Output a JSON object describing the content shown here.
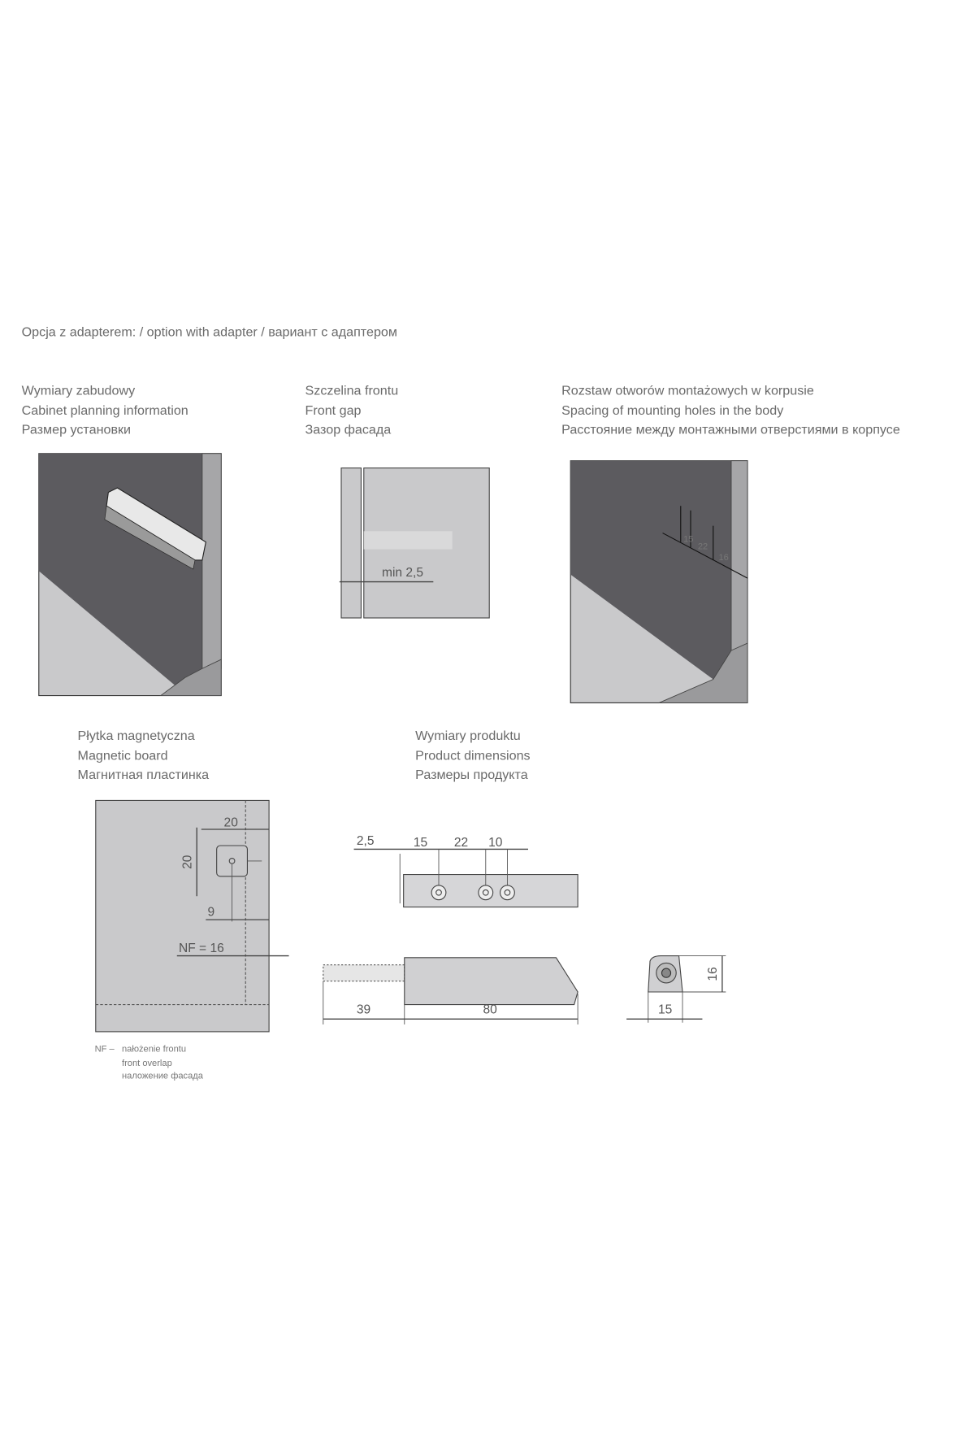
{
  "title": "Opcja z adapterem: / option with adapter / вариант с адаптером",
  "sections": {
    "cabinet": {
      "pl": "Wymiary zabudowy",
      "en": "Cabinet planning information",
      "ru": "Размер установки"
    },
    "gap": {
      "pl": "Szczelina frontu",
      "en": "Front gap",
      "ru": "Зазор фасада",
      "dim": "min 2,5"
    },
    "holes": {
      "pl": "Rozstaw otworów montażowych w korpusie",
      "en": "Spacing of mounting holes in the body",
      "ru": "Расстояние между монтажными отверстиями в корпусе",
      "dims": [
        "15",
        "22",
        "16"
      ]
    },
    "magnetic": {
      "pl": "Płytka magnetyczna",
      "en": "Magnetic board",
      "ru": "Магнитная пластинка",
      "dims": {
        "w": "20",
        "h": "20",
        "offset": "9",
        "nf": "NF = 16"
      }
    },
    "product": {
      "pl": "Wymiary produktu",
      "en": "Product dimensions",
      "ru": "Размеры продукта",
      "top_dims": [
        "2,5",
        "15",
        "22",
        "10"
      ],
      "side_dims": [
        "39",
        "80"
      ],
      "end_dims": [
        "15",
        "16"
      ]
    }
  },
  "note": {
    "key": "NF –",
    "pl": "nałożenie frontu",
    "en": "front overlap",
    "ru": "наложение фасада"
  }
}
